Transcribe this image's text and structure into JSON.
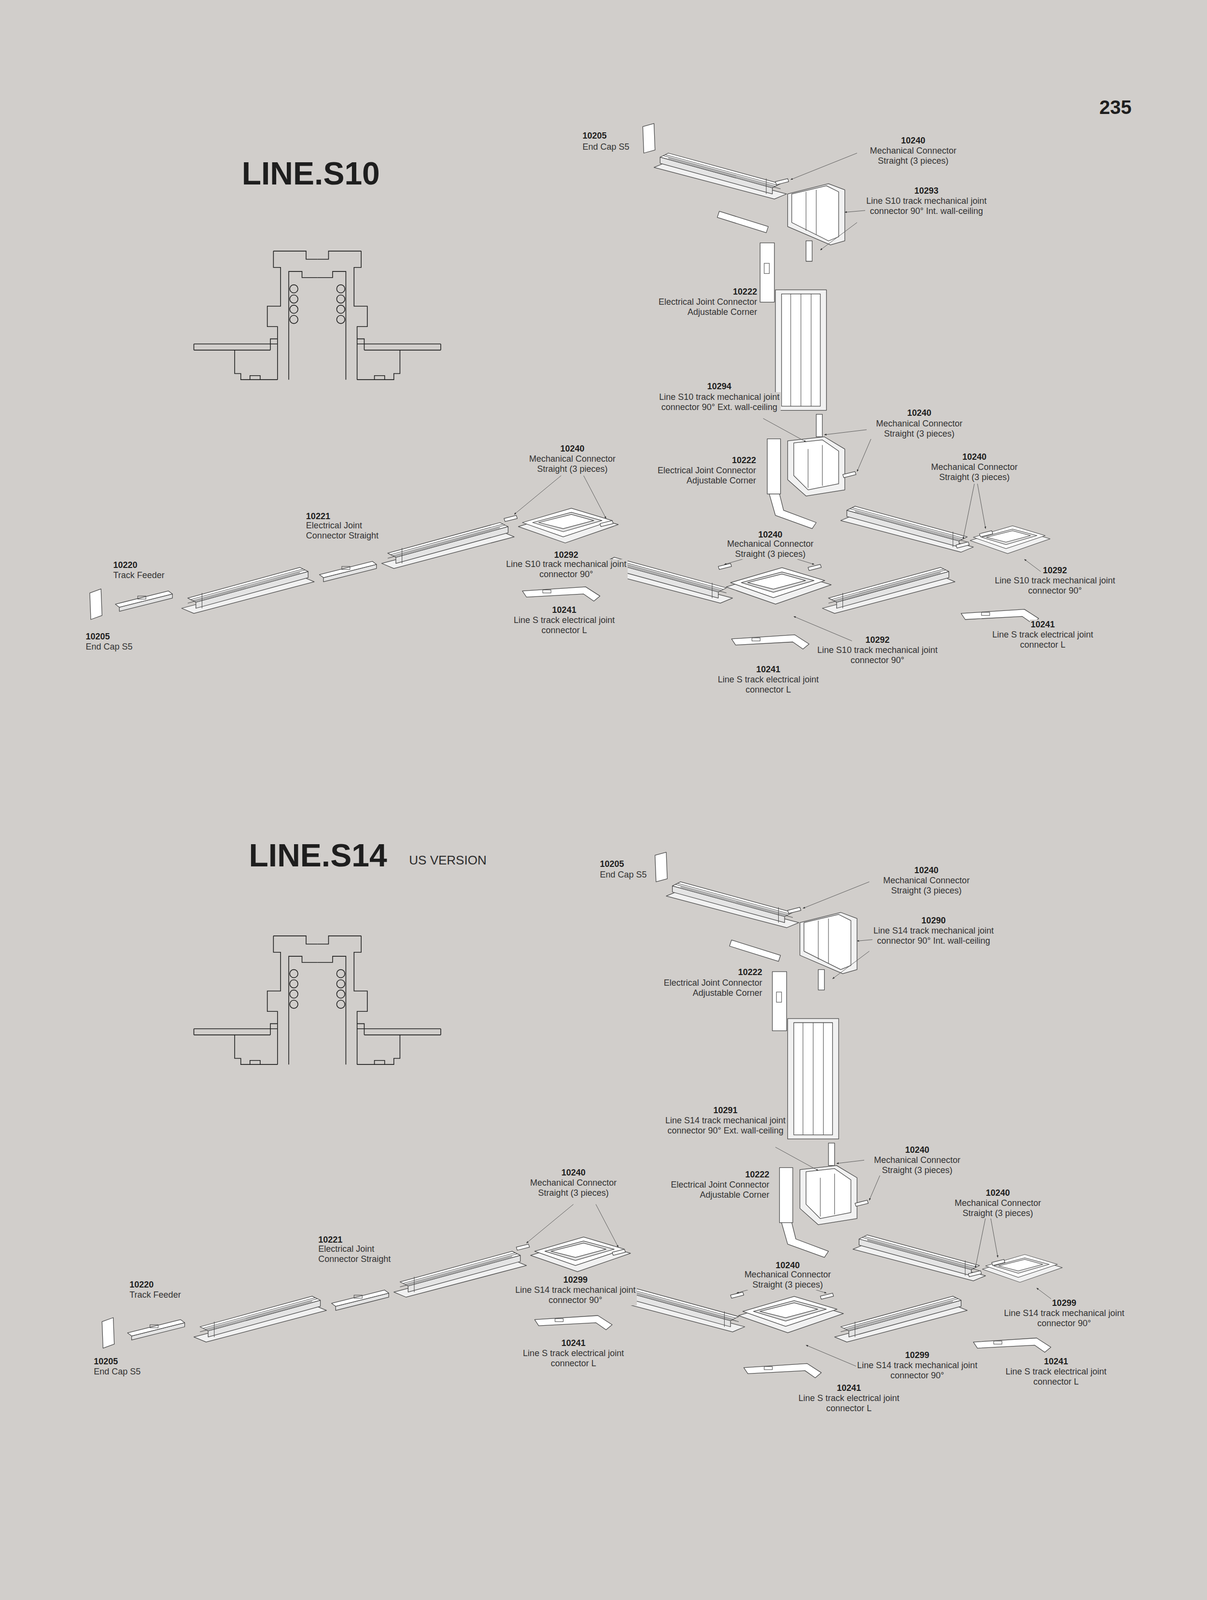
{
  "diagram": {
    "title": "LINE.S10",
    "labels": [
      "235",
      "LINE.S14",
      "US VERSION",
      "10205",
      "End Cap S5",
      "10240",
      "Mechanical Connector Straight (3 pieces)",
      "10293",
      "Line S10 track mechanical joint connector 90° Int. wall-ceiling",
      "10222",
      "Electrical Joint Connector Adjustable Corner",
      "10294",
      "Line S10 track mechanical joint connector 90° Ext. wall-ceiling",
      "10240",
      "Mechanical Connector Straight (3 pieces)",
      "10222",
      "Electrical Joint Connector Adjustable Corner",
      "10240",
      "Mechanical Connector Straight (3 pieces)",
      "10240",
      "Mechanical Connector Straight (3 pieces)",
      "10221",
      "Electrical Joint Connector Straight",
      "10220",
      "Track Feeder",
      "10205",
      "End Cap S5",
      "10292",
      "Line S10 track mechanical joint connector 90°",
      "10241",
      "Line S track electrical joint connector L",
      "10240",
      "Mechanical Connector Straight (3 pieces)",
      "10292",
      "Line S10 track mechanical joint connector 90°",
      "10241",
      "Line S track electrical joint connector L",
      "10292",
      "Line S10 track mechanical joint connector 90°",
      "10241",
      "Line S track electrical joint connector L",
      "10205",
      "End Cap S5",
      "10240",
      "Mechanical Connector Straight (3 pieces)",
      "10290",
      "Line S14 track mechanical joint connector 90° Int. wall-ceiling",
      "10222",
      "Electrical Joint Connector Adjustable Corner",
      "10291",
      "Line S14 track mechanical joint connector 90° Ext. wall-ceiling",
      "10240",
      "Mechanical Connector Straight (3 pieces)",
      "10222",
      "Electrical Joint Connector Adjustable Corner",
      "10240",
      "Mechanical Connector Straight (3 pieces)",
      "10240",
      "Mechanical Connector Straight (3 pieces)",
      "10221",
      "Electrical Joint Connector Straight",
      "10220",
      "Track Feeder",
      "10205",
      "End Cap S5",
      "10299",
      "Line S14 track mechanical joint connector 90°",
      "10241",
      "Line S track electrical joint connector L",
      "10240",
      "Mechanical Connector Straight (3 pieces)",
      "10299",
      "Line S14 track mechanical joint connector 90°",
      "10241",
      "Line S track electrical joint connector L",
      "10299",
      "Line S14 track mechanical joint connector 90°",
      "10241",
      "Line S track electrical joint connector L"
    ]
  }
}
